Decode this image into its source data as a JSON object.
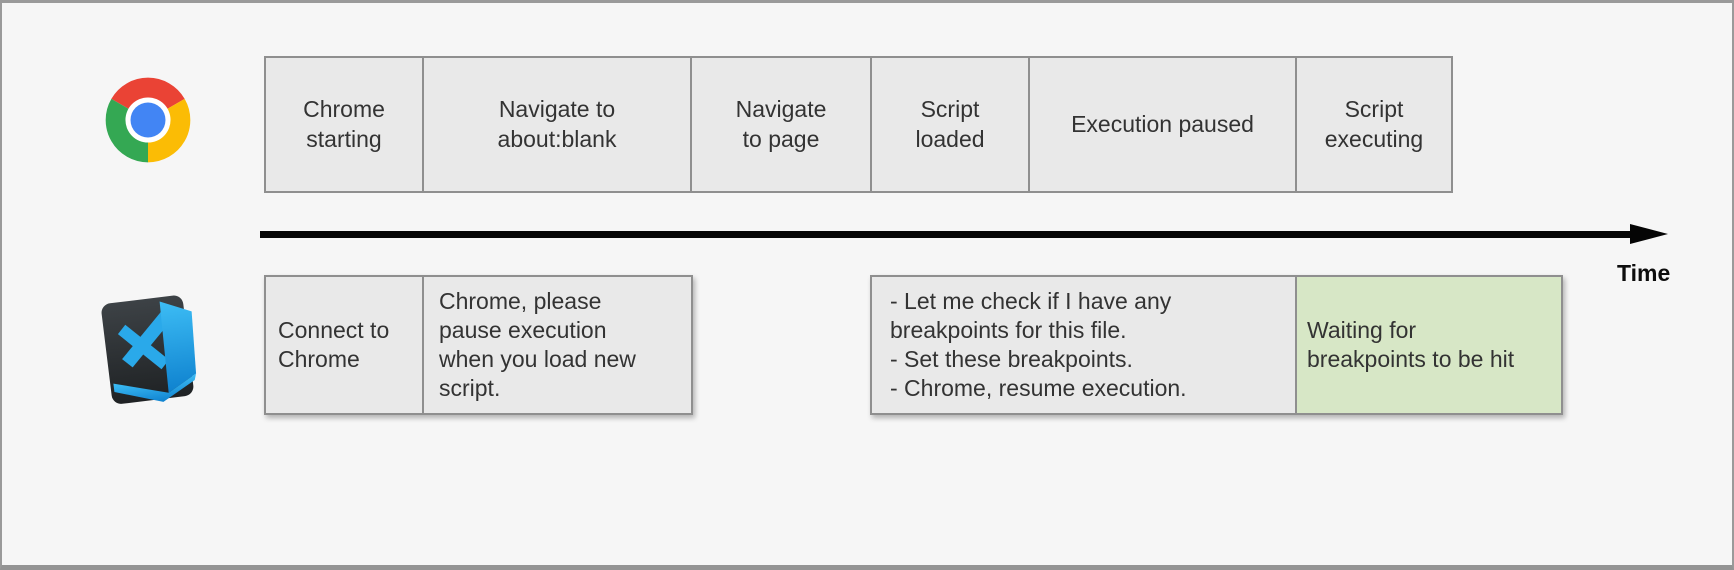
{
  "frame": {
    "background": "#f6f6f6",
    "border_color": "#9a9a9a"
  },
  "timeline": {
    "label": "Time",
    "arrow_color": "#050505"
  },
  "chrome_row": {
    "icon": "chrome-logo",
    "boxes": [
      "Chrome\nstarting",
      "Navigate to\nabout:blank",
      "Navigate\nto page",
      "Script\nloaded",
      "Execution paused",
      "Script\nexecuting"
    ]
  },
  "vscode_row": {
    "icon": "vscode-logo",
    "boxes": [
      "Connect to\nChrome",
      "Chrome, please\npause execution\nwhen you load new\nscript.",
      "- Let me check if I have any\nbreakpoints for this file.\n- Set these breakpoints.\n- Chrome, resume execution.",
      "Waiting for\nbreakpoints to be hit"
    ]
  },
  "colors": {
    "box_fill": "#e9e9e9",
    "box_border": "#8f8f8f",
    "highlight_fill": "#d7e7c6",
    "text": "#333333",
    "chrome_red": "#ea4335",
    "chrome_yellow": "#fbbc05",
    "chrome_green": "#34a853",
    "chrome_blue": "#4285f4",
    "vscode_blue": "#2aa9ea"
  }
}
